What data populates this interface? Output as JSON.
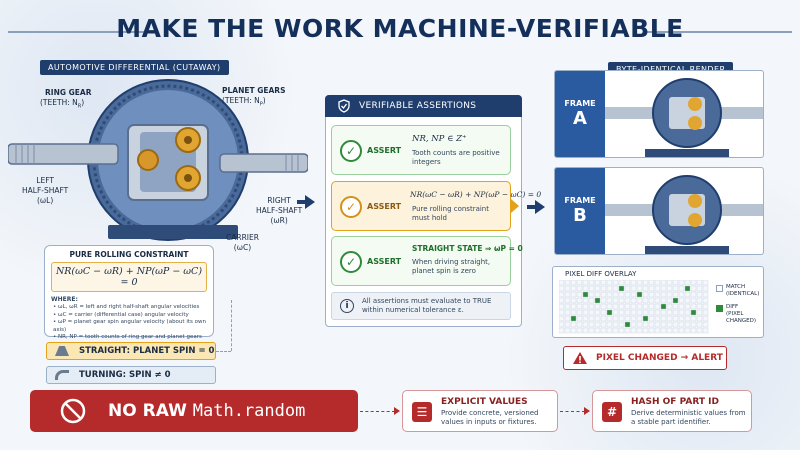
{
  "title": "MAKE THE WORK MACHINE-VERIFIABLE",
  "differential": {
    "panel_label": "AUTOMOTIVE DIFFERENTIAL (CUTAWAY)",
    "ring_gear_label": "RING GEAR",
    "ring_gear_teeth": "(TEETH: N",
    "ring_gear_sub": "R",
    "planet_gears_label": "PLANET GEARS",
    "planet_gears_teeth": "(TEETH: N",
    "planet_gears_sub": "P",
    "left_half_shaft_1": "LEFT",
    "left_half_shaft_2": "HALF-SHAFT",
    "left_half_shaft_sym": "(ωL)",
    "right_half_shaft_1": "RIGHT",
    "right_half_shaft_2": "HALF-SHAFT",
    "right_half_shaft_sym": "(ωR)",
    "carrier_label": "CARRIER",
    "carrier_sym": "(ωC)"
  },
  "constraint": {
    "title": "PURE ROLLING CONSTRAINT",
    "equation": "NR(ωC − ωR) + NP(ωP − ωC) = 0",
    "where_label": "WHERE:",
    "where_items": [
      "ωL, ωR = left and right half-shaft angular velocities",
      "ωC = carrier (differential case) angular velocity",
      "ωP = planet gear spin angular velocity (about its own axis)",
      "NR, NP = tooth counts of ring gear and planet gears"
    ],
    "straight_label": "STRAIGHT:  PLANET  SPIN = 0",
    "turning_label": "TURNING:   SPIN ≠ 0"
  },
  "assertions": {
    "header": "VERIFIABLE ASSERTIONS",
    "items": [
      {
        "word": "ASSERT",
        "formula": "NR, NP ∈ Z⁺",
        "desc": "Tooth counts are positive integers"
      },
      {
        "word": "ASSERT",
        "formula": "NR(ωC − ωR) + NP(ωP − ωC) = 0",
        "desc": "Pure rolling constraint must hold"
      },
      {
        "word": "ASSERT",
        "formula": "STRAIGHT STATE ⇒ ωP = 0",
        "desc": "When driving straight, planet spin is zero"
      }
    ],
    "footer": "All assertions must evaluate to TRUE within numerical tolerance ε."
  },
  "render": {
    "panel_label": "BYTE-IDENTICAL RENDER",
    "frame_word": "FRAME",
    "frame_a": "A",
    "frame_b": "B",
    "diff_title": "PIXEL DIFF OVERLAY",
    "match_label": "MATCH",
    "match_sub": "(IDENTICAL)",
    "diff_label": "DIFF",
    "diff_sub": "(PIXEL CHANGED)",
    "alert": "PIXEL CHANGED → ALERT"
  },
  "bottom": {
    "no_raw_prefix": "NO RAW ",
    "no_raw_code": "Math.random",
    "explicit_title": "EXPLICIT VALUES",
    "explicit_desc": "Provide concrete, versioned values in inputs or fixtures.",
    "hash_title": "HASH OF PART ID",
    "hash_desc": "Derive deterministic values from a stable part identifier."
  },
  "colors": {
    "navy": "#1f3e6e",
    "green": "#2e8b3a",
    "amber": "#e3a21a",
    "red": "#b52a2a"
  }
}
